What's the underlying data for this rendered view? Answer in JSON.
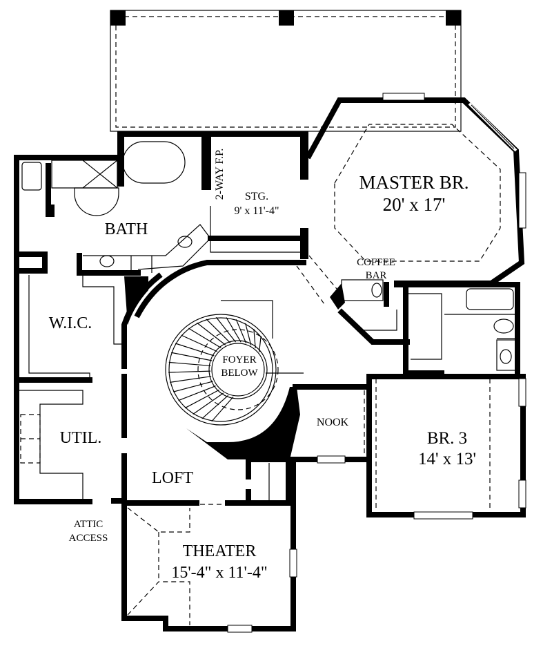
{
  "rooms": {
    "master": {
      "name": "MASTER BR.",
      "size": "20' x 17'"
    },
    "storage": {
      "name": "STG.",
      "size": "9' x 11'-4\""
    },
    "fireplace": {
      "name": "2-WAY F.P."
    },
    "bath": {
      "name": "BATH"
    },
    "coffee_bar": {
      "line1": "COFFEE",
      "line2": "BAR"
    },
    "wic": {
      "name": "W.I.C."
    },
    "foyer": {
      "line1": "FOYER",
      "line2": "BELOW"
    },
    "nook": {
      "name": "NOOK"
    },
    "br3": {
      "name": "BR. 3",
      "size": "14' x 13'"
    },
    "util": {
      "name": "UTIL."
    },
    "loft": {
      "name": "LOFT"
    },
    "attic": {
      "line1": "ATTIC",
      "line2": "ACCESS"
    },
    "theater": {
      "name": "THEATER",
      "size": "15'-4\" x 11'-4\""
    }
  }
}
